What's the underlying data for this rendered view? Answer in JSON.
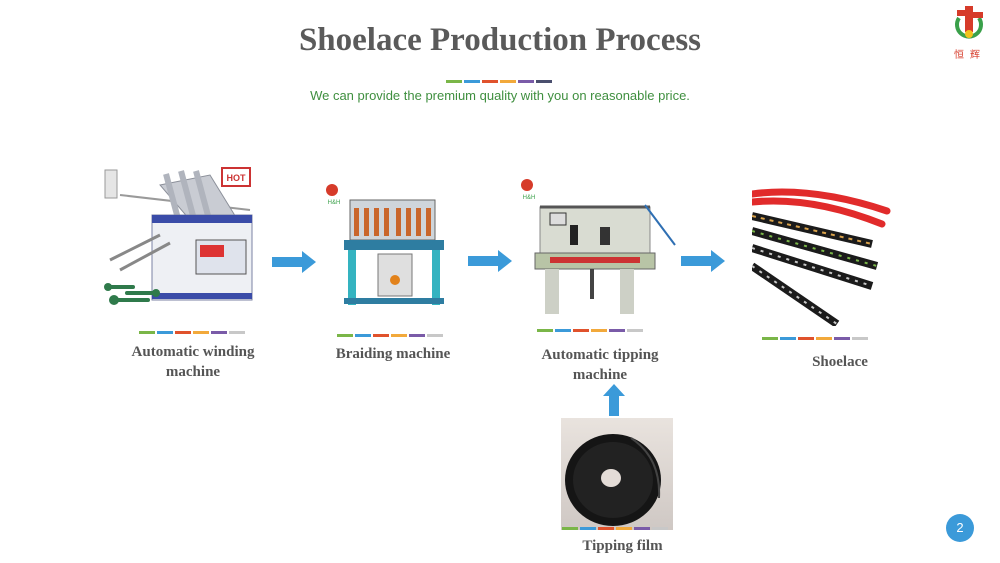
{
  "slide": {
    "title": "Shoelace Production Process",
    "subtitle": "We can provide the premium quality with you on reasonable price.",
    "page_number": "2",
    "logo_text": "恒辉"
  },
  "colors": {
    "bar": [
      "#7ab648",
      "#3b9ad9",
      "#e0522c",
      "#f2a93b",
      "#7a5ba8",
      "#4a4f6e",
      "#c8c8c8"
    ]
  },
  "steps": [
    {
      "label": "Automatic  winding\nmachine"
    },
    {
      "label": "Braiding  machine"
    },
    {
      "label": "Automatic tipping\nmachine"
    },
    {
      "label": "Shoelace"
    },
    {
      "label": "Tipping  film"
    }
  ],
  "badges": {
    "hot": "HOT",
    "hh": "H&H"
  }
}
